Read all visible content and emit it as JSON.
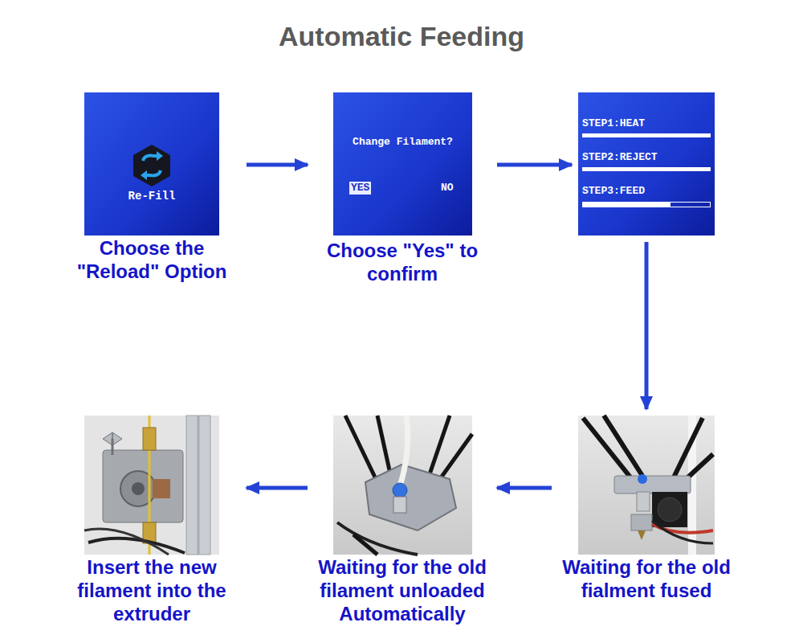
{
  "diagram": {
    "title": "Automatic Feeding",
    "nodes": [
      {
        "text": [
          "Re-Fill",
          "Choose the \"Reload\" Option"
        ]
      },
      {
        "text": [
          "Change Filament?",
          "YES",
          "NO",
          "Choose \"Yes\" to confirm"
        ]
      },
      {
        "text": [
          "STEP1:HEAT",
          "STEP2:REJECT",
          "STEP3:FEED"
        ]
      },
      {
        "text": [
          "Waiting for the old fialment fused"
        ]
      },
      {
        "text": [
          "Waiting for the old filament unloaded Automatically"
        ]
      },
      {
        "text": [
          "Insert the new filament into the extruder"
        ]
      }
    ],
    "edges": [
      {
        "from": 0,
        "to": 1,
        "arrow": "to"
      },
      {
        "from": 1,
        "to": 2,
        "arrow": "to"
      },
      {
        "from": 2,
        "to": 3,
        "arrow": "to"
      },
      {
        "from": 3,
        "to": 4,
        "arrow": "to"
      },
      {
        "from": 4,
        "to": 5,
        "arrow": "to"
      }
    ]
  }
}
